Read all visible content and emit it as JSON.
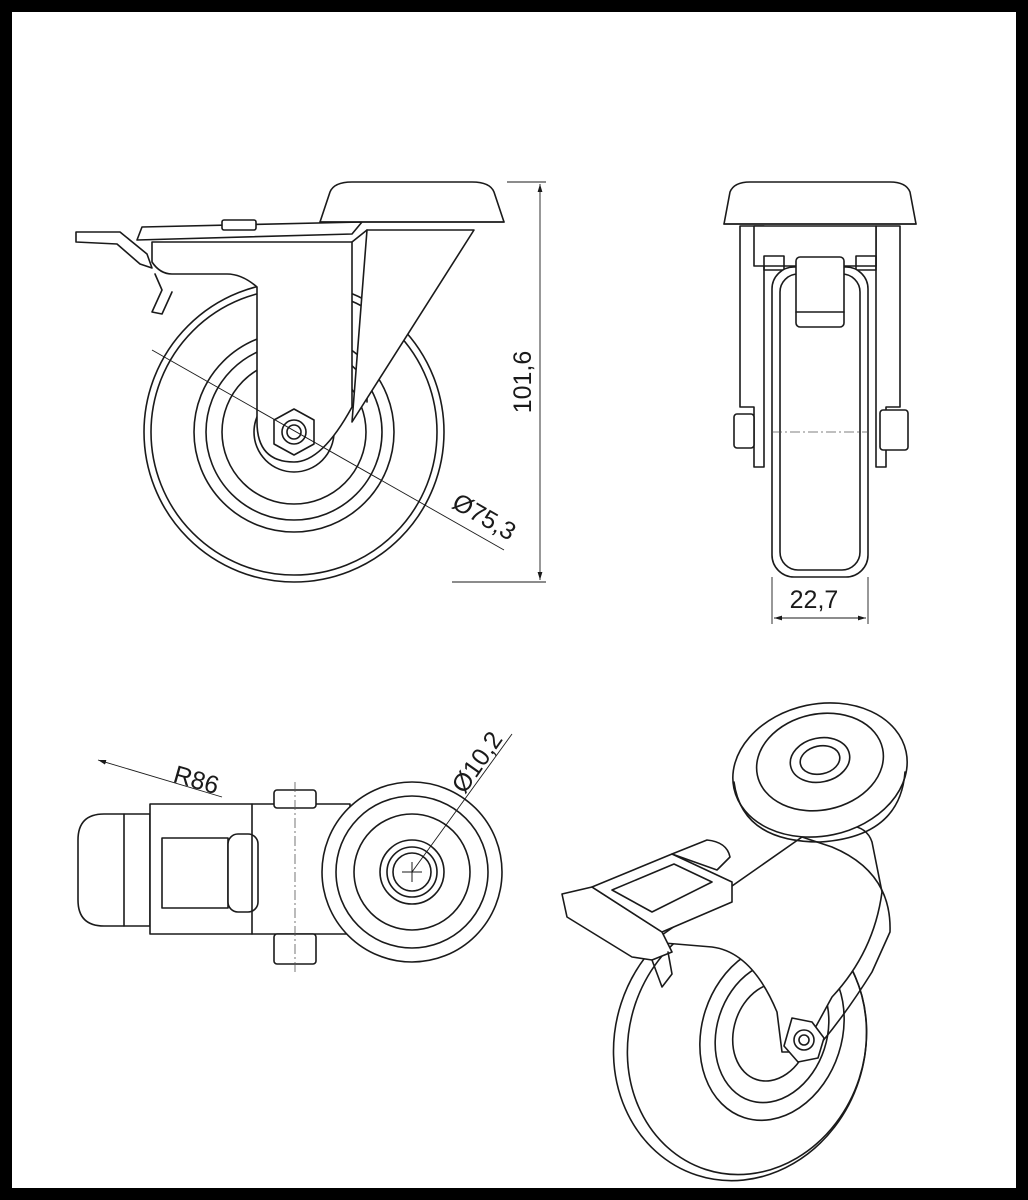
{
  "dimensions": {
    "height": "101,6",
    "wheel_diameter": "Ø75,3",
    "wheel_width": "22,7",
    "swivel_radius": "R86",
    "bolt_hole": "Ø10,2"
  }
}
